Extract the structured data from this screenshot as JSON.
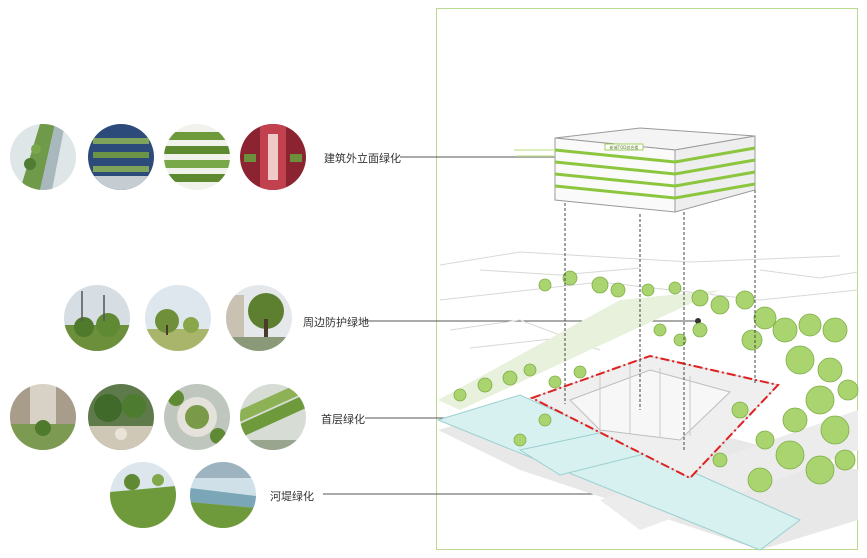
{
  "labels": {
    "facade": "建筑外立面绿化",
    "perimeter": "周边防护绿地",
    "ground": "首层绿化",
    "riverbank": "河堤绿化"
  },
  "building_sign": "新城TOD综合楼",
  "colors": {
    "green": "#8cc63f",
    "light_green": "#cfe8a8",
    "river": "#d7f0f0",
    "road": "#e6e6e6",
    "red_boundary": "#e02020",
    "frame": "#b9d98f"
  }
}
